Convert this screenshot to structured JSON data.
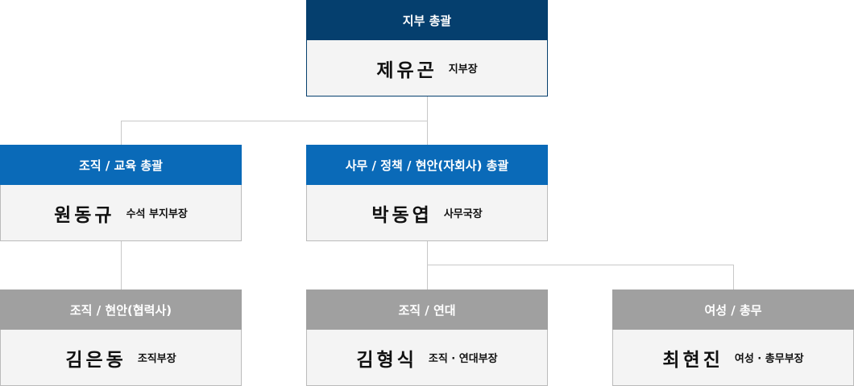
{
  "nodes": [
    {
      "header": "지부 총괄",
      "name": "제유곤",
      "title": "지부장"
    },
    {
      "header": "조직 / 교육 총괄",
      "name": "원동규",
      "title": "수석 부지부장"
    },
    {
      "header": "사무 / 정책 / 현안(자회사) 총괄",
      "name": "박동엽",
      "title": "사무국장"
    },
    {
      "header": "조직 / 현안(협력사)",
      "name": "김은동",
      "title": "조직부장"
    },
    {
      "header": "조직 / 연대",
      "name": "김형식",
      "title": "조직 · 연대부장"
    },
    {
      "header": "여성 / 총무",
      "name": "최현진",
      "title": "여성 · 총무부장"
    }
  ],
  "colors": {
    "level1": "#053f6e",
    "level2": "#0a6ab8",
    "level3": "#a0a0a0",
    "body": "#f4f4f4"
  }
}
